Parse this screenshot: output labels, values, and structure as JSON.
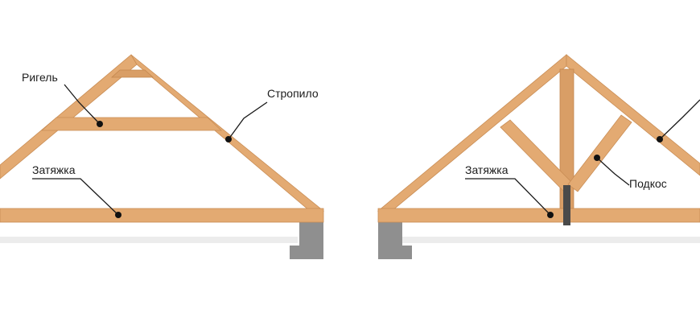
{
  "left_truss": {
    "labels": {
      "rigel": "Ригель",
      "rafter": "Стропило",
      "tie": "Затяжка"
    }
  },
  "right_truss": {
    "labels": {
      "tie": "Затяжка",
      "strut": "Подкос"
    }
  },
  "colors": {
    "wood": "#e3aa72",
    "wood_edge": "#c98d55",
    "concrete": "#8f8f8f",
    "slab": "#ececec",
    "steel_plate": "#4a4a4a"
  }
}
